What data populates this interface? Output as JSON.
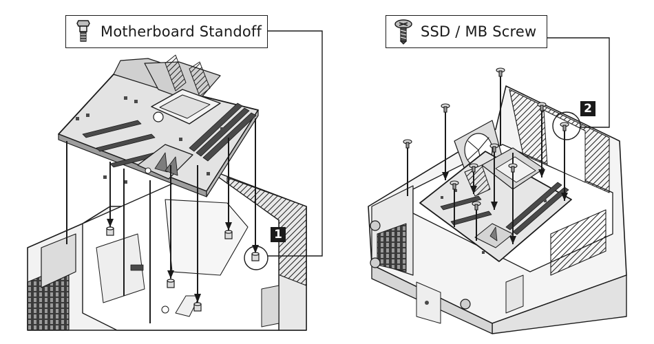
{
  "labels": {
    "standoff": "Motherboard Standoff",
    "screw": "SSD / MB Screw"
  },
  "steps": {
    "one": "1",
    "two": "2"
  },
  "icons": {
    "standoff": "standoff-icon",
    "screw": "screw-icon"
  },
  "colors": {
    "line": "#1a1a1a",
    "fill_light": "#e6e6e6",
    "fill_mid": "#bdbdbd",
    "fill_dark": "#4a4a4a",
    "background": "#ffffff"
  }
}
